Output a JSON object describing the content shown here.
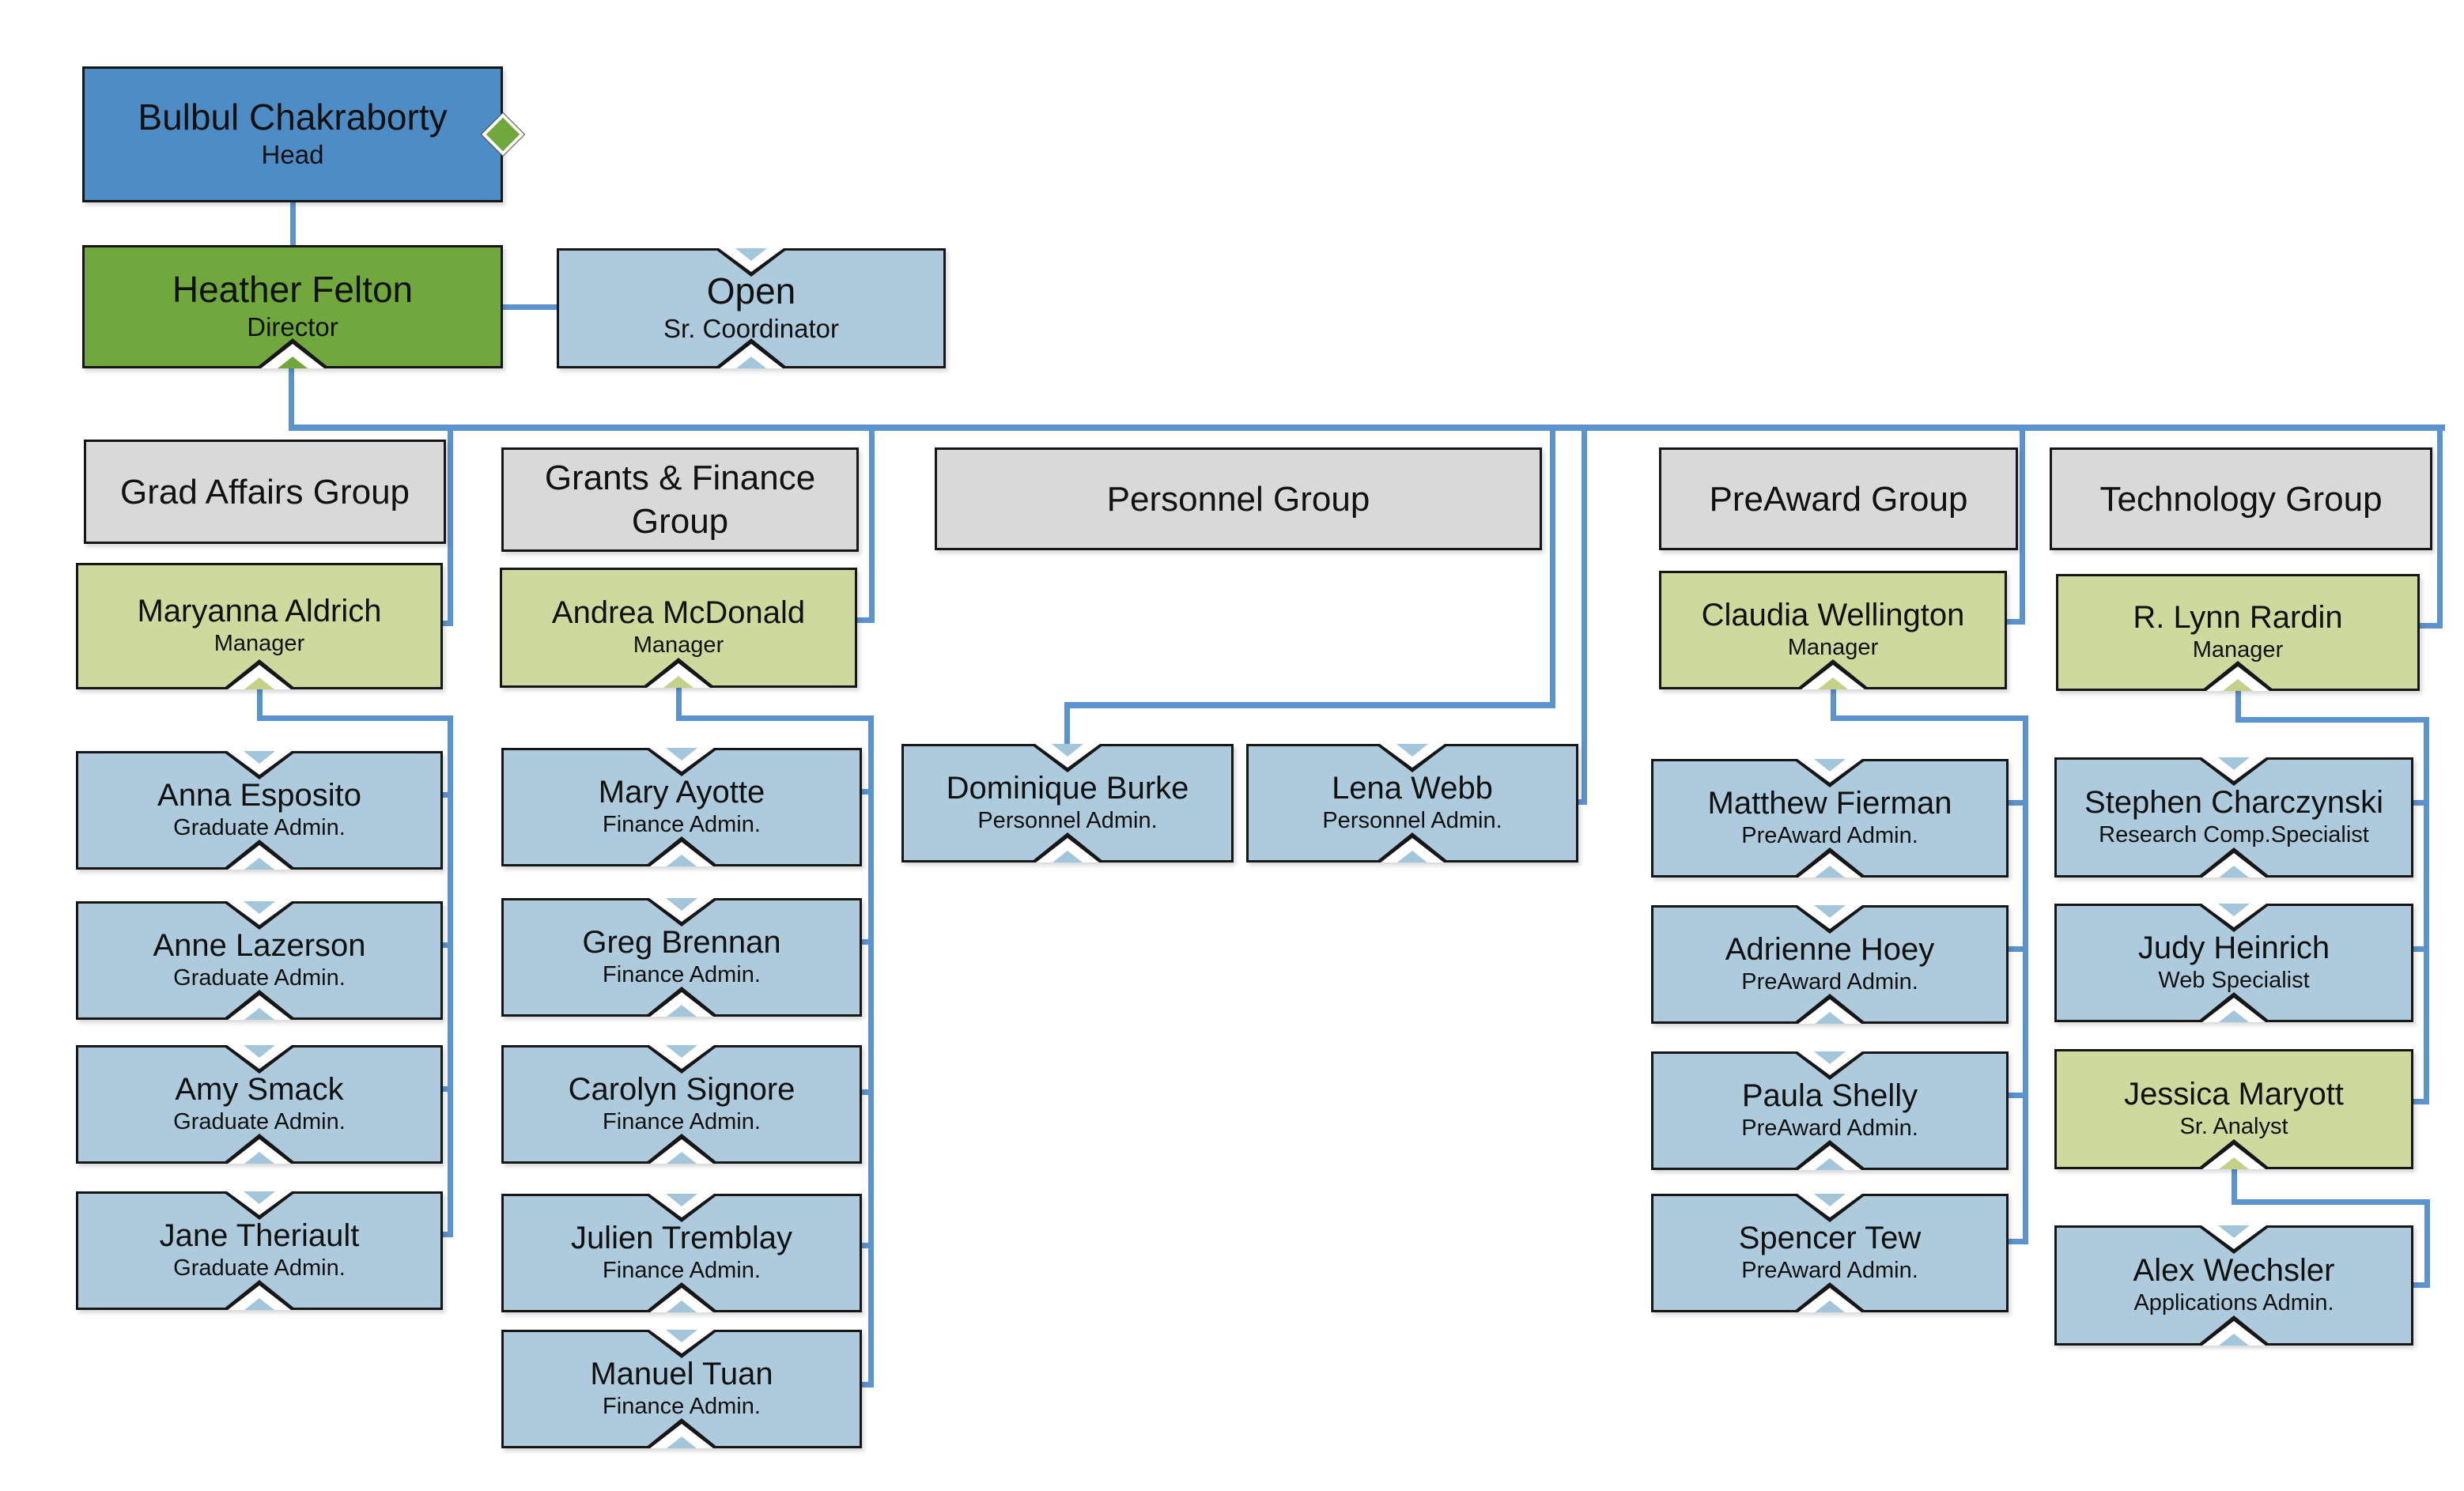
{
  "nodes": {
    "bulbul": {
      "name": "Bulbul Chakraborty",
      "title": "Head"
    },
    "heather": {
      "name": "Heather Felton",
      "title": "Director"
    },
    "open": {
      "name": "Open",
      "title": "Sr. Coordinator"
    },
    "grad_header": {
      "label": "Grad Affairs Group"
    },
    "grants_header": {
      "label": "Grants & Finance Group"
    },
    "personnel_header": {
      "label": "Personnel Group"
    },
    "preaward_header": {
      "label": "PreAward Group"
    },
    "technology_header": {
      "label": "Technology Group"
    },
    "maryanna": {
      "name": "Maryanna Aldrich",
      "title": "Manager"
    },
    "andrea": {
      "name": "Andrea McDonald",
      "title": "Manager"
    },
    "claudia": {
      "name": "Claudia Wellington",
      "title": "Manager"
    },
    "rlynn": {
      "name": "R. Lynn Rardin",
      "title": "Manager"
    },
    "anna": {
      "name": "Anna Esposito",
      "title": "Graduate Admin."
    },
    "anne": {
      "name": "Anne Lazerson",
      "title": "Graduate Admin."
    },
    "amy": {
      "name": "Amy Smack",
      "title": "Graduate Admin."
    },
    "jane": {
      "name": "Jane Theriault",
      "title": "Graduate Admin."
    },
    "mary": {
      "name": "Mary Ayotte",
      "title": "Finance Admin."
    },
    "greg": {
      "name": "Greg Brennan",
      "title": "Finance Admin."
    },
    "carolyn": {
      "name": "Carolyn Signore",
      "title": "Finance Admin."
    },
    "julien": {
      "name": "Julien Tremblay",
      "title": "Finance Admin."
    },
    "manuel": {
      "name": "Manuel Tuan",
      "title": "Finance Admin."
    },
    "dominique": {
      "name": "Dominique Burke",
      "title": "Personnel Admin."
    },
    "lena": {
      "name": "Lena Webb",
      "title": "Personnel Admin."
    },
    "matthew": {
      "name": "Matthew Fierman",
      "title": "PreAward Admin."
    },
    "adrienne": {
      "name": "Adrienne Hoey",
      "title": "PreAward Admin."
    },
    "paula": {
      "name": "Paula Shelly",
      "title": "PreAward Admin."
    },
    "spencer": {
      "name": "Spencer Tew",
      "title": "PreAward Admin."
    },
    "stephen": {
      "name": "Stephen Charczynski",
      "title": "Research Comp.Specialist"
    },
    "judy": {
      "name": "Judy Heinrich",
      "title": "Web Specialist"
    },
    "jessica": {
      "name": "Jessica Maryott",
      "title": "Sr. Analyst"
    },
    "alex": {
      "name": "Alex Wechsler",
      "title": "Applications Admin."
    }
  },
  "colors": {
    "head_box": "#4d8cc4",
    "director_box": "#71a83e",
    "manager_box": "#cdd99d",
    "staff_box": "#adcbdc",
    "group_box": "#d9d9d9",
    "connector": "#5b93cf"
  }
}
